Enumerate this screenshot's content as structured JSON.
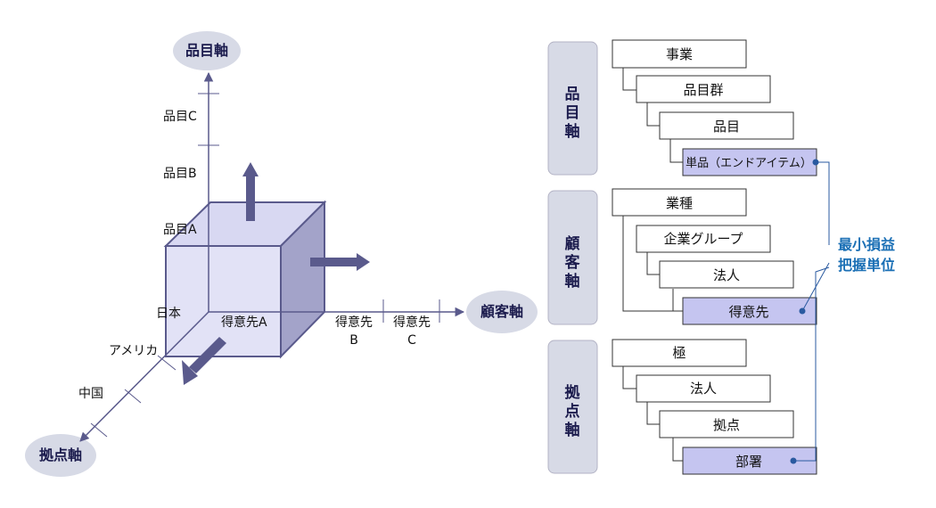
{
  "cube_diagram": {
    "axis_item": "品目軸",
    "axis_customer": "顧客軸",
    "axis_base": "拠点軸",
    "item_ticks": [
      "品目A",
      "品目B",
      "品目C"
    ],
    "customer_ticks": [
      "得意先A",
      "得意先",
      "B",
      "得意先",
      "C"
    ],
    "base_ticks": [
      "日本",
      "アメリカ",
      "中国"
    ]
  },
  "panels": [
    {
      "label": [
        "品",
        "目",
        "軸"
      ],
      "boxes": [
        "事業",
        "品目群",
        "品目",
        "単品（エンドアイテム）"
      ]
    },
    {
      "label": [
        "顧",
        "客",
        "軸"
      ],
      "boxes": [
        "業種",
        "企業グループ",
        "法人",
        "得意先"
      ]
    },
    {
      "label": [
        "拠",
        "点",
        "軸"
      ],
      "boxes": [
        "極",
        "法人",
        "拠点",
        "部署"
      ]
    }
  ],
  "note": [
    "最小損益",
    "把握単位"
  ]
}
